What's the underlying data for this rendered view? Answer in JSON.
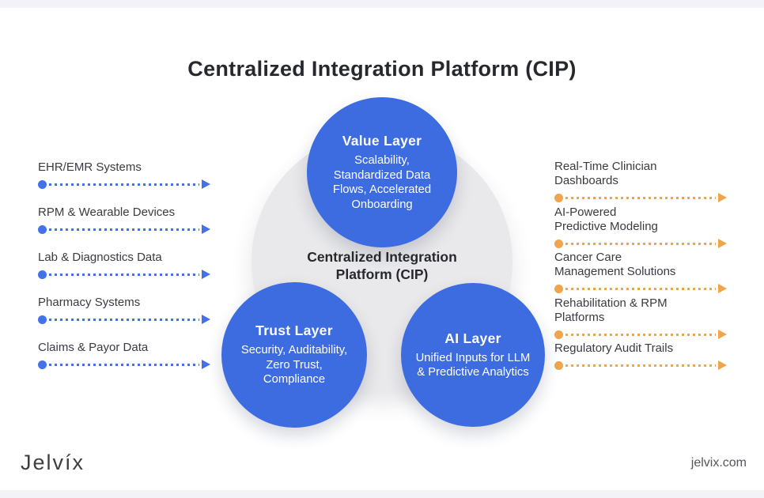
{
  "header": {
    "title": "Centralized Integration Platform (CIP)"
  },
  "diagram": {
    "center_label": "Centralized Integration Platform (CIP)",
    "layers": {
      "value": {
        "title": "Value Layer",
        "body": "Scalability, Standardized Data Flows, Accelerated Onboarding"
      },
      "trust": {
        "title": "Trust Layer",
        "body": "Security, Auditability, Zero Trust, Compliance"
      },
      "ai": {
        "title": "AI Layer",
        "body": "Unified Inputs for LLM & Predictive Analytics"
      }
    }
  },
  "inputs": {
    "items": [
      {
        "label": "EHR/EMR Systems"
      },
      {
        "label": "RPM & Wearable Devices"
      },
      {
        "label": "Lab & Diagnostics Data"
      },
      {
        "label": "Pharmacy Systems"
      },
      {
        "label": "Claims & Payor Data"
      }
    ]
  },
  "outputs": {
    "items": [
      {
        "line1": "Real-Time Clinician",
        "line2": "Dashboards"
      },
      {
        "line1": "AI-Powered",
        "line2": "Predictive Modeling"
      },
      {
        "line1": "Cancer Care",
        "line2": "Management Solutions"
      },
      {
        "line1": "Rehabilitation & RPM",
        "line2": "Platforms"
      },
      {
        "line1": "Regulatory Audit Trails",
        "line2": ""
      }
    ]
  },
  "footer": {
    "logo": "Jelvíx",
    "website": "jelvix.com"
  },
  "colors": {
    "accent-blue": "#3D6CE1",
    "arrow-blue": "#4271E8",
    "arrow-orange": "#F0A44B",
    "gray-circle": "#E9E9EB",
    "strip": "#F2F2F7",
    "title-text": "#27282E",
    "label-text": "#3A3B42",
    "muted-text": "#55565C"
  }
}
